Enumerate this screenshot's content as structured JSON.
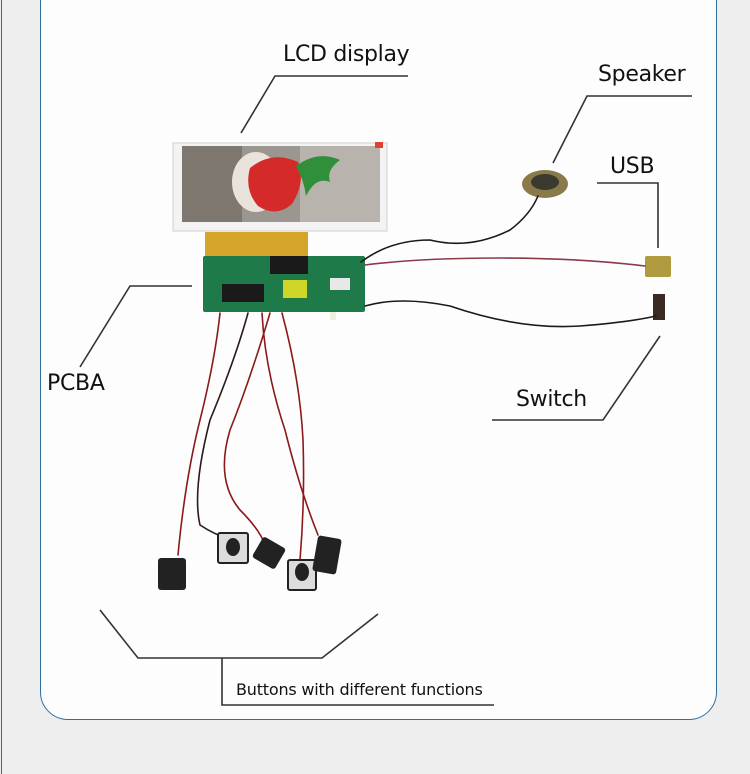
{
  "figure": {
    "labels": {
      "lcd": "LCD display",
      "speaker": "Speaker",
      "usb": "USB",
      "pcba": "PCBA",
      "switch": "Switch",
      "buttons": "Buttons with different functions"
    },
    "colors": {
      "card_border": "#2f6f9e",
      "background": "#eeeeee",
      "card_fill": "#fdfdfd",
      "leader_line": "#333333",
      "pcb_green": "#1f7a4a",
      "wire_red": "#8b1a1a",
      "wire_black": "#1a1a1a"
    }
  }
}
